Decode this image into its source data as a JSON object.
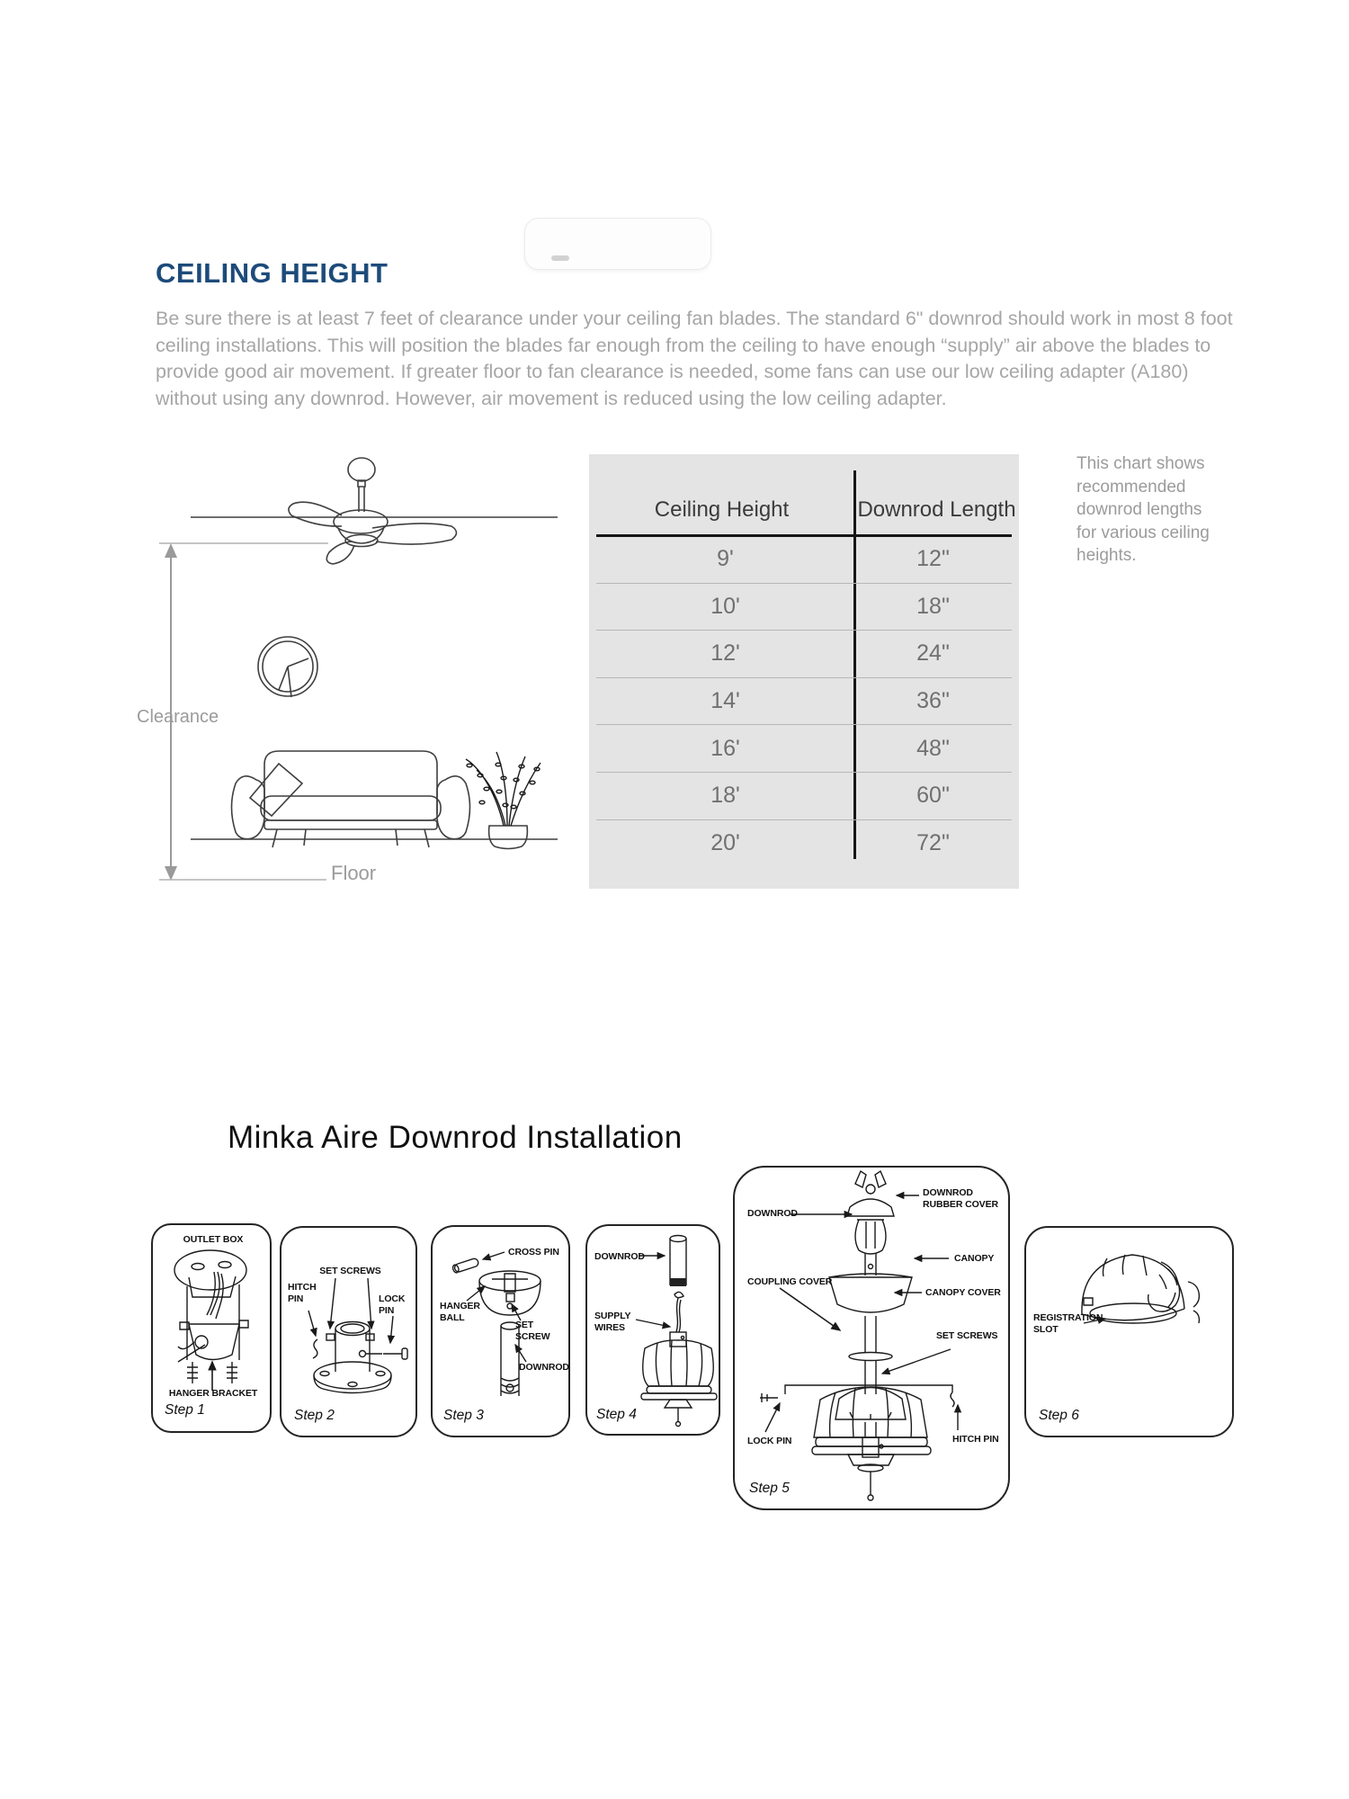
{
  "header": {
    "title": "CEILING HEIGHT",
    "intro": "Be sure there is at least 7 feet of clearance under your ceiling fan blades. The standard 6\" downrod should work in most 8 foot ceiling installations. This will position the blades far enough from the ceiling to have enough “supply” air above the blades to provide good air movement. If greater floor to fan clearance is needed, some fans can use our low ceiling adapter (A180) without using any downrod. However, air movement is reduced using the low ceiling adapter."
  },
  "clearance_figure": {
    "clearance_label": "Clearance",
    "floor_label": "Floor"
  },
  "chart_data": {
    "type": "table",
    "columns": [
      "Ceiling Height",
      "Downrod Length"
    ],
    "rows": [
      [
        "9'",
        "12\""
      ],
      [
        "10'",
        "18\""
      ],
      [
        "12'",
        "24\""
      ],
      [
        "14'",
        "36\""
      ],
      [
        "16'",
        "48\""
      ],
      [
        "18'",
        "60\""
      ],
      [
        "20'",
        "72\""
      ]
    ],
    "note": "This chart shows recommended downrod lengths for various ceiling heights."
  },
  "installation": {
    "title": "Minka Aire Downrod Installation",
    "step1": {
      "caption": "Step 1",
      "outlet_box": "OUTLET BOX",
      "hanger_bracket": "HANGER BRACKET"
    },
    "step2": {
      "caption": "Step 2",
      "set_screws": "SET SCREWS",
      "hitch_pin": "HITCH PIN",
      "lock_pin": "LOCK PIN"
    },
    "step3": {
      "caption": "Step 3",
      "cross_pin": "CROSS PIN",
      "hanger_ball": "HANGER BALL",
      "set_screw": "SET SCREW",
      "downrod": "DOWNROD"
    },
    "step4": {
      "caption": "Step 4",
      "downrod": "DOWNROD",
      "supply_wires": "SUPPLY WIRES"
    },
    "step5": {
      "caption": "Step 5",
      "downrod_rubber_cover": "DOWNROD RUBBER COVER",
      "downrod": "DOWNROD",
      "canopy": "CANOPY",
      "coupling_cover": "COUPLING COVER",
      "canopy_cover": "CANOPY COVER",
      "set_screws": "SET SCREWS",
      "lock_pin": "LOCK PIN",
      "hitch_pin": "HITCH PIN"
    },
    "step6": {
      "caption": "Step 6",
      "registration_slot": "REGISTRATION SLOT"
    }
  },
  "colors": {
    "heading_blue": "#1d4b7a",
    "table_background": "#e4e4e4",
    "body_text_gray": "#a6a6a6"
  }
}
